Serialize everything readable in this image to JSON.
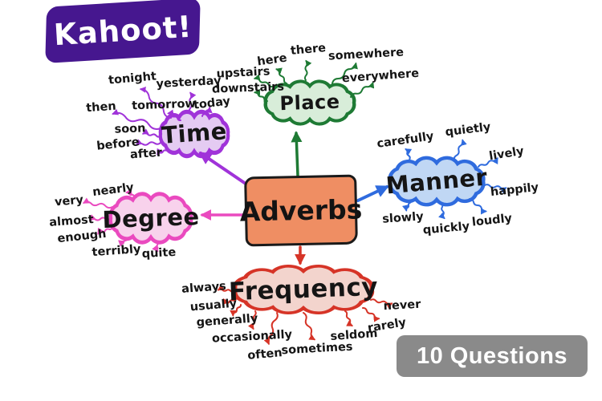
{
  "logo": {
    "text": "Kahoot!",
    "background": "#46178F"
  },
  "badge": {
    "text": "10 Questions",
    "background": "#8A8A8A"
  },
  "map": {
    "topic": "Adverbs",
    "topic_fill": "#EF8E63",
    "categories": [
      {
        "label": "Place",
        "color": "#1E7A34",
        "fill": "#D8EDD9",
        "words": [
          "upstairs",
          "downstairs",
          "here",
          "there",
          "somewhere",
          "everywhere"
        ]
      },
      {
        "label": "Time",
        "color": "#A033D9",
        "fill": "#E4CBF2",
        "words": [
          "tonight",
          "yesterday",
          "then",
          "tomorrow",
          "today",
          "soon",
          "before",
          "after"
        ]
      },
      {
        "label": "Manner",
        "color": "#2F6BDE",
        "fill": "#C0D7F4",
        "words": [
          "carefully",
          "quietly",
          "lively",
          "happily",
          "slowly",
          "quickly",
          "loudly"
        ]
      },
      {
        "label": "Degree",
        "color": "#EA4ABF",
        "fill": "#F8D2EC",
        "words": [
          "nearly",
          "very",
          "almost",
          "enough",
          "terribly",
          "quite"
        ]
      },
      {
        "label": "Frequency",
        "color": "#D63427",
        "fill": "#F3D4CD",
        "words": [
          "always",
          "usually",
          "generally",
          "occasionally",
          "often",
          "sometimes",
          "seldom",
          "rarely",
          "never"
        ]
      }
    ]
  }
}
